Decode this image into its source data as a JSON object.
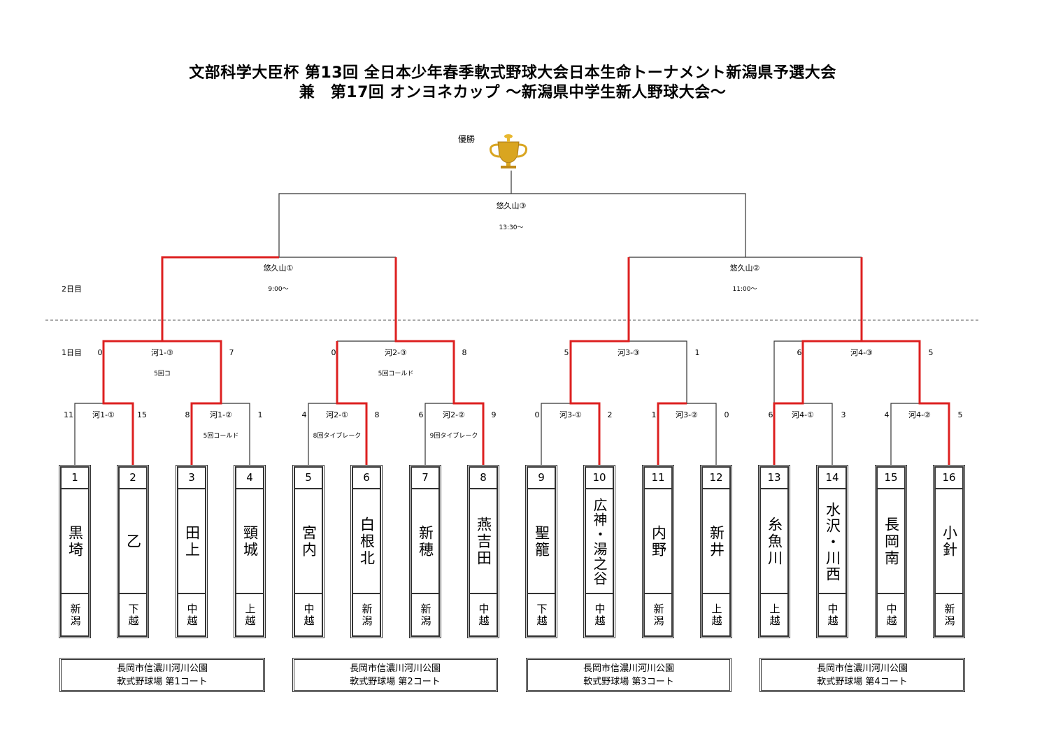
{
  "title": {
    "line1": "文部科学大臣杯 第13回 全日本少年春季軟式野球大会日本生命トーナメント新潟県予選大会",
    "line2": "兼　第17回 オンヨネカップ 〜新潟県中学生新人野球大会〜"
  },
  "champion_label": "優勝",
  "day2_label": "2日目",
  "day1_label": "1日目",
  "final": {
    "label": "悠久山③",
    "time": "13:30〜"
  },
  "semis": [
    {
      "label": "悠久山①",
      "time": "9:00〜"
    },
    {
      "label": "悠久山②",
      "time": "11:00〜"
    }
  ],
  "quarters": [
    {
      "label": "河1-③",
      "left_score": "0",
      "right_score": "7",
      "note": "5回コ"
    },
    {
      "label": "河2-③",
      "left_score": "0",
      "right_score": "8",
      "note": "5回コールド"
    },
    {
      "label": "河3-③",
      "left_score": "5",
      "right_score": "1",
      "note": ""
    },
    {
      "label": "河4-③",
      "left_score": "6",
      "right_score": "5",
      "note": ""
    }
  ],
  "first_round": [
    {
      "label": "河1-①",
      "left_score": "11",
      "right_score": "15",
      "note": ""
    },
    {
      "label": "河1-②",
      "left_score": "8",
      "right_score": "1",
      "note": "5回コールド"
    },
    {
      "label": "河2-①",
      "left_score": "4",
      "right_score": "8",
      "note": "8回タイブレーク"
    },
    {
      "label": "河2-②",
      "left_score": "6",
      "right_score": "9",
      "note": "9回タイブレーク"
    },
    {
      "label": "河3-①",
      "left_score": "0",
      "right_score": "2",
      "note": ""
    },
    {
      "label": "河3-②",
      "left_score": "1",
      "right_score": "0",
      "note": ""
    },
    {
      "label": "河4-①",
      "left_score": "6",
      "right_score": "3",
      "note": ""
    },
    {
      "label": "河4-②",
      "left_score": "4",
      "right_score": "5",
      "note": ""
    }
  ],
  "teams": [
    {
      "number": "1",
      "name": "黒埼",
      "region": "新潟"
    },
    {
      "number": "2",
      "name": "乙",
      "region": "下越"
    },
    {
      "number": "3",
      "name": "田上",
      "region": "中越"
    },
    {
      "number": "4",
      "name": "頸城",
      "region": "上越"
    },
    {
      "number": "5",
      "name": "宮内",
      "region": "中越"
    },
    {
      "number": "6",
      "name": "白根北",
      "region": "新潟"
    },
    {
      "number": "7",
      "name": "新穂",
      "region": "新潟"
    },
    {
      "number": "8",
      "name": "燕吉田",
      "region": "中越"
    },
    {
      "number": "9",
      "name": "聖籠",
      "region": "下越"
    },
    {
      "number": "10",
      "name": "広神・湯之谷",
      "region": "中越"
    },
    {
      "number": "11",
      "name": "内野",
      "region": "新潟"
    },
    {
      "number": "12",
      "name": "新井",
      "region": "上越"
    },
    {
      "number": "13",
      "name": "糸魚川",
      "region": "上越"
    },
    {
      "number": "14",
      "name": "水沢・川西",
      "region": "中越"
    },
    {
      "number": "15",
      "name": "長岡南",
      "region": "中越"
    },
    {
      "number": "16",
      "name": "小針",
      "region": "新潟"
    }
  ],
  "venues": [
    {
      "line1": "長岡市信濃川河川公園",
      "line2": "軟式野球場 第1コート"
    },
    {
      "line1": "長岡市信濃川河川公園",
      "line2": "軟式野球場 第2コート"
    },
    {
      "line1": "長岡市信濃川河川公園",
      "line2": "軟式野球場 第3コート"
    },
    {
      "line1": "長岡市信濃川河川公園",
      "line2": "軟式野球場 第4コート"
    }
  ],
  "colors": {
    "winner_line": "#dd2020",
    "line": "#333333",
    "trophy": "#d9a520"
  }
}
